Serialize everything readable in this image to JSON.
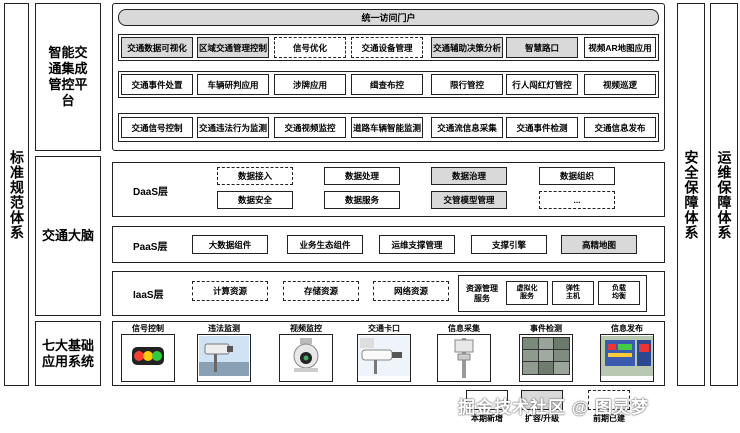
{
  "side": {
    "left": "标准规范体系",
    "right1": "安全保障体系",
    "right2": "运维保障体系"
  },
  "rows": {
    "platform": "智能交通集成管控平台",
    "brain": "交通大脑",
    "basic": "七大基础应用系统"
  },
  "platform": {
    "header": "统一访问门户",
    "row1": [
      {
        "label": "交通数据可视化",
        "style": "gray"
      },
      {
        "label": "区域交通管理控制",
        "style": "gray"
      },
      {
        "label": "信号优化",
        "style": "dash"
      },
      {
        "label": "交通设备管理",
        "style": "dash"
      },
      {
        "label": "交通辅助决策分析",
        "style": "gray"
      },
      {
        "label": "智慧路口",
        "style": "gray"
      },
      {
        "label": "视频AR地图应用",
        "style": "solid"
      }
    ],
    "row2": [
      {
        "label": "交通事件处置",
        "style": "solid"
      },
      {
        "label": "车辆研判应用",
        "style": "solid"
      },
      {
        "label": "涉牌应用",
        "style": "solid"
      },
      {
        "label": "缉查布控",
        "style": "solid"
      },
      {
        "label": "限行管控",
        "style": "solid"
      },
      {
        "label": "行人闯红灯管控",
        "style": "solid"
      },
      {
        "label": "视频巡逻",
        "style": "solid"
      }
    ],
    "row3": [
      {
        "label": "交通信号控制",
        "style": "solid"
      },
      {
        "label": "交通违法行为监测",
        "style": "solid"
      },
      {
        "label": "交通视频监控",
        "style": "solid"
      },
      {
        "label": "道路车辆智能监测",
        "style": "solid"
      },
      {
        "label": "交通流信息采集",
        "style": "solid"
      },
      {
        "label": "交通事件检测",
        "style": "solid"
      },
      {
        "label": "交通信息发布",
        "style": "solid"
      }
    ]
  },
  "daas": {
    "title": "DaaS层",
    "row1": [
      {
        "label": "数据接入",
        "style": "dash"
      },
      {
        "label": "数据处理",
        "style": "solid"
      },
      {
        "label": "数据治理",
        "style": "gray"
      },
      {
        "label": "数据组织",
        "style": "solid"
      }
    ],
    "row2": [
      {
        "label": "数据安全",
        "style": "solid"
      },
      {
        "label": "数据服务",
        "style": "solid"
      },
      {
        "label": "交管模型管理",
        "style": "gray"
      },
      {
        "label": "...",
        "style": "dash"
      }
    ]
  },
  "paas": {
    "title": "PaaS层",
    "items": [
      {
        "label": "大数据组件",
        "style": "solid"
      },
      {
        "label": "业务生态组件",
        "style": "solid"
      },
      {
        "label": "运维支撑管理",
        "style": "solid"
      },
      {
        "label": "支撑引擎",
        "style": "solid"
      },
      {
        "label": "高精地图",
        "style": "gray"
      }
    ]
  },
  "iaas": {
    "title": "IaaS层",
    "items": [
      {
        "label": "计算资源",
        "style": "dash"
      },
      {
        "label": "存储资源",
        "style": "dash"
      },
      {
        "label": "网络资源",
        "style": "dash"
      }
    ],
    "group_label": "资源管理\n服务",
    "group_items": [
      {
        "label": "虚拟化\n服务"
      },
      {
        "label": "弹性\n主机"
      },
      {
        "label": "负载\n均衡"
      }
    ]
  },
  "devices": [
    {
      "label": "信号控制",
      "icon": "traffic-light-icon"
    },
    {
      "label": "违法监测",
      "icon": "surveillance-camera-icon"
    },
    {
      "label": "视频监控",
      "icon": "ptz-dome-camera-icon"
    },
    {
      "label": "交通卡口",
      "icon": "checkpoint-camera-icon"
    },
    {
      "label": "信息采集",
      "icon": "sensor-pole-icon"
    },
    {
      "label": "事件检测",
      "icon": "event-monitor-grid-icon"
    },
    {
      "label": "信息发布",
      "icon": "led-sign-icon"
    }
  ],
  "legend": [
    {
      "label": "本期新增",
      "style": "solid"
    },
    {
      "label": "扩容/升级",
      "style": "gray"
    },
    {
      "label": "前期已建",
      "style": "dash"
    }
  ],
  "watermark": "掘金技术社区 @ 图灵梦"
}
